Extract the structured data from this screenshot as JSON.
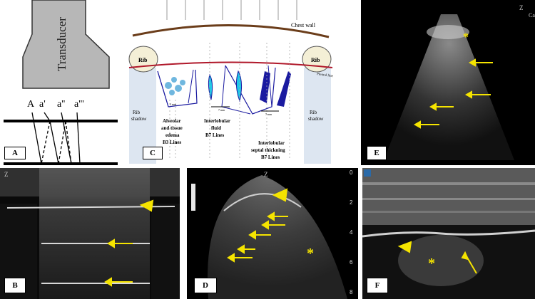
{
  "panels": {
    "a": {
      "tag": "A",
      "transducer_label": "Transducer",
      "ray_labels": [
        "A",
        "a'",
        "a''",
        "a'''"
      ]
    },
    "b": {
      "tag": "B"
    },
    "c": {
      "tag": "C",
      "chest_wall": "Chest wall",
      "rib_left": "Rib",
      "rib_right": "Rib",
      "pleural_line": "Pleural line",
      "rib_shadow_left": [
        "Rib",
        "shadow"
      ],
      "rib_shadow_right": [
        "Rib",
        "shadow"
      ],
      "alveolar": [
        "Alveolar",
        "and tissue",
        "edema",
        "B3 Lines"
      ],
      "interlobular_fluid": [
        "Interlobular",
        "fluid",
        "B7 Lines"
      ],
      "septal": [
        "Interlobular",
        "septal thickning",
        "B7 Lines"
      ],
      "dist_3mm": "3 mm",
      "dist_7mm_a": "7 mm",
      "dist_7mm_b": "7 mm"
    },
    "d": {
      "tag": "D",
      "depth_ticks": [
        "0",
        "2",
        "4",
        "6",
        "8"
      ],
      "asterisk": "*"
    },
    "e": {
      "tag": "E",
      "corner": "Z",
      "corner2": "Ca"
    },
    "f": {
      "tag": "F",
      "asterisk": "*"
    }
  },
  "colors": {
    "arrow": "#f5e400",
    "vein": "#1a1aa0",
    "cyan": "#1ec8e8",
    "pleura": "#b0182a",
    "chest_wall": "#6b3d1a"
  }
}
